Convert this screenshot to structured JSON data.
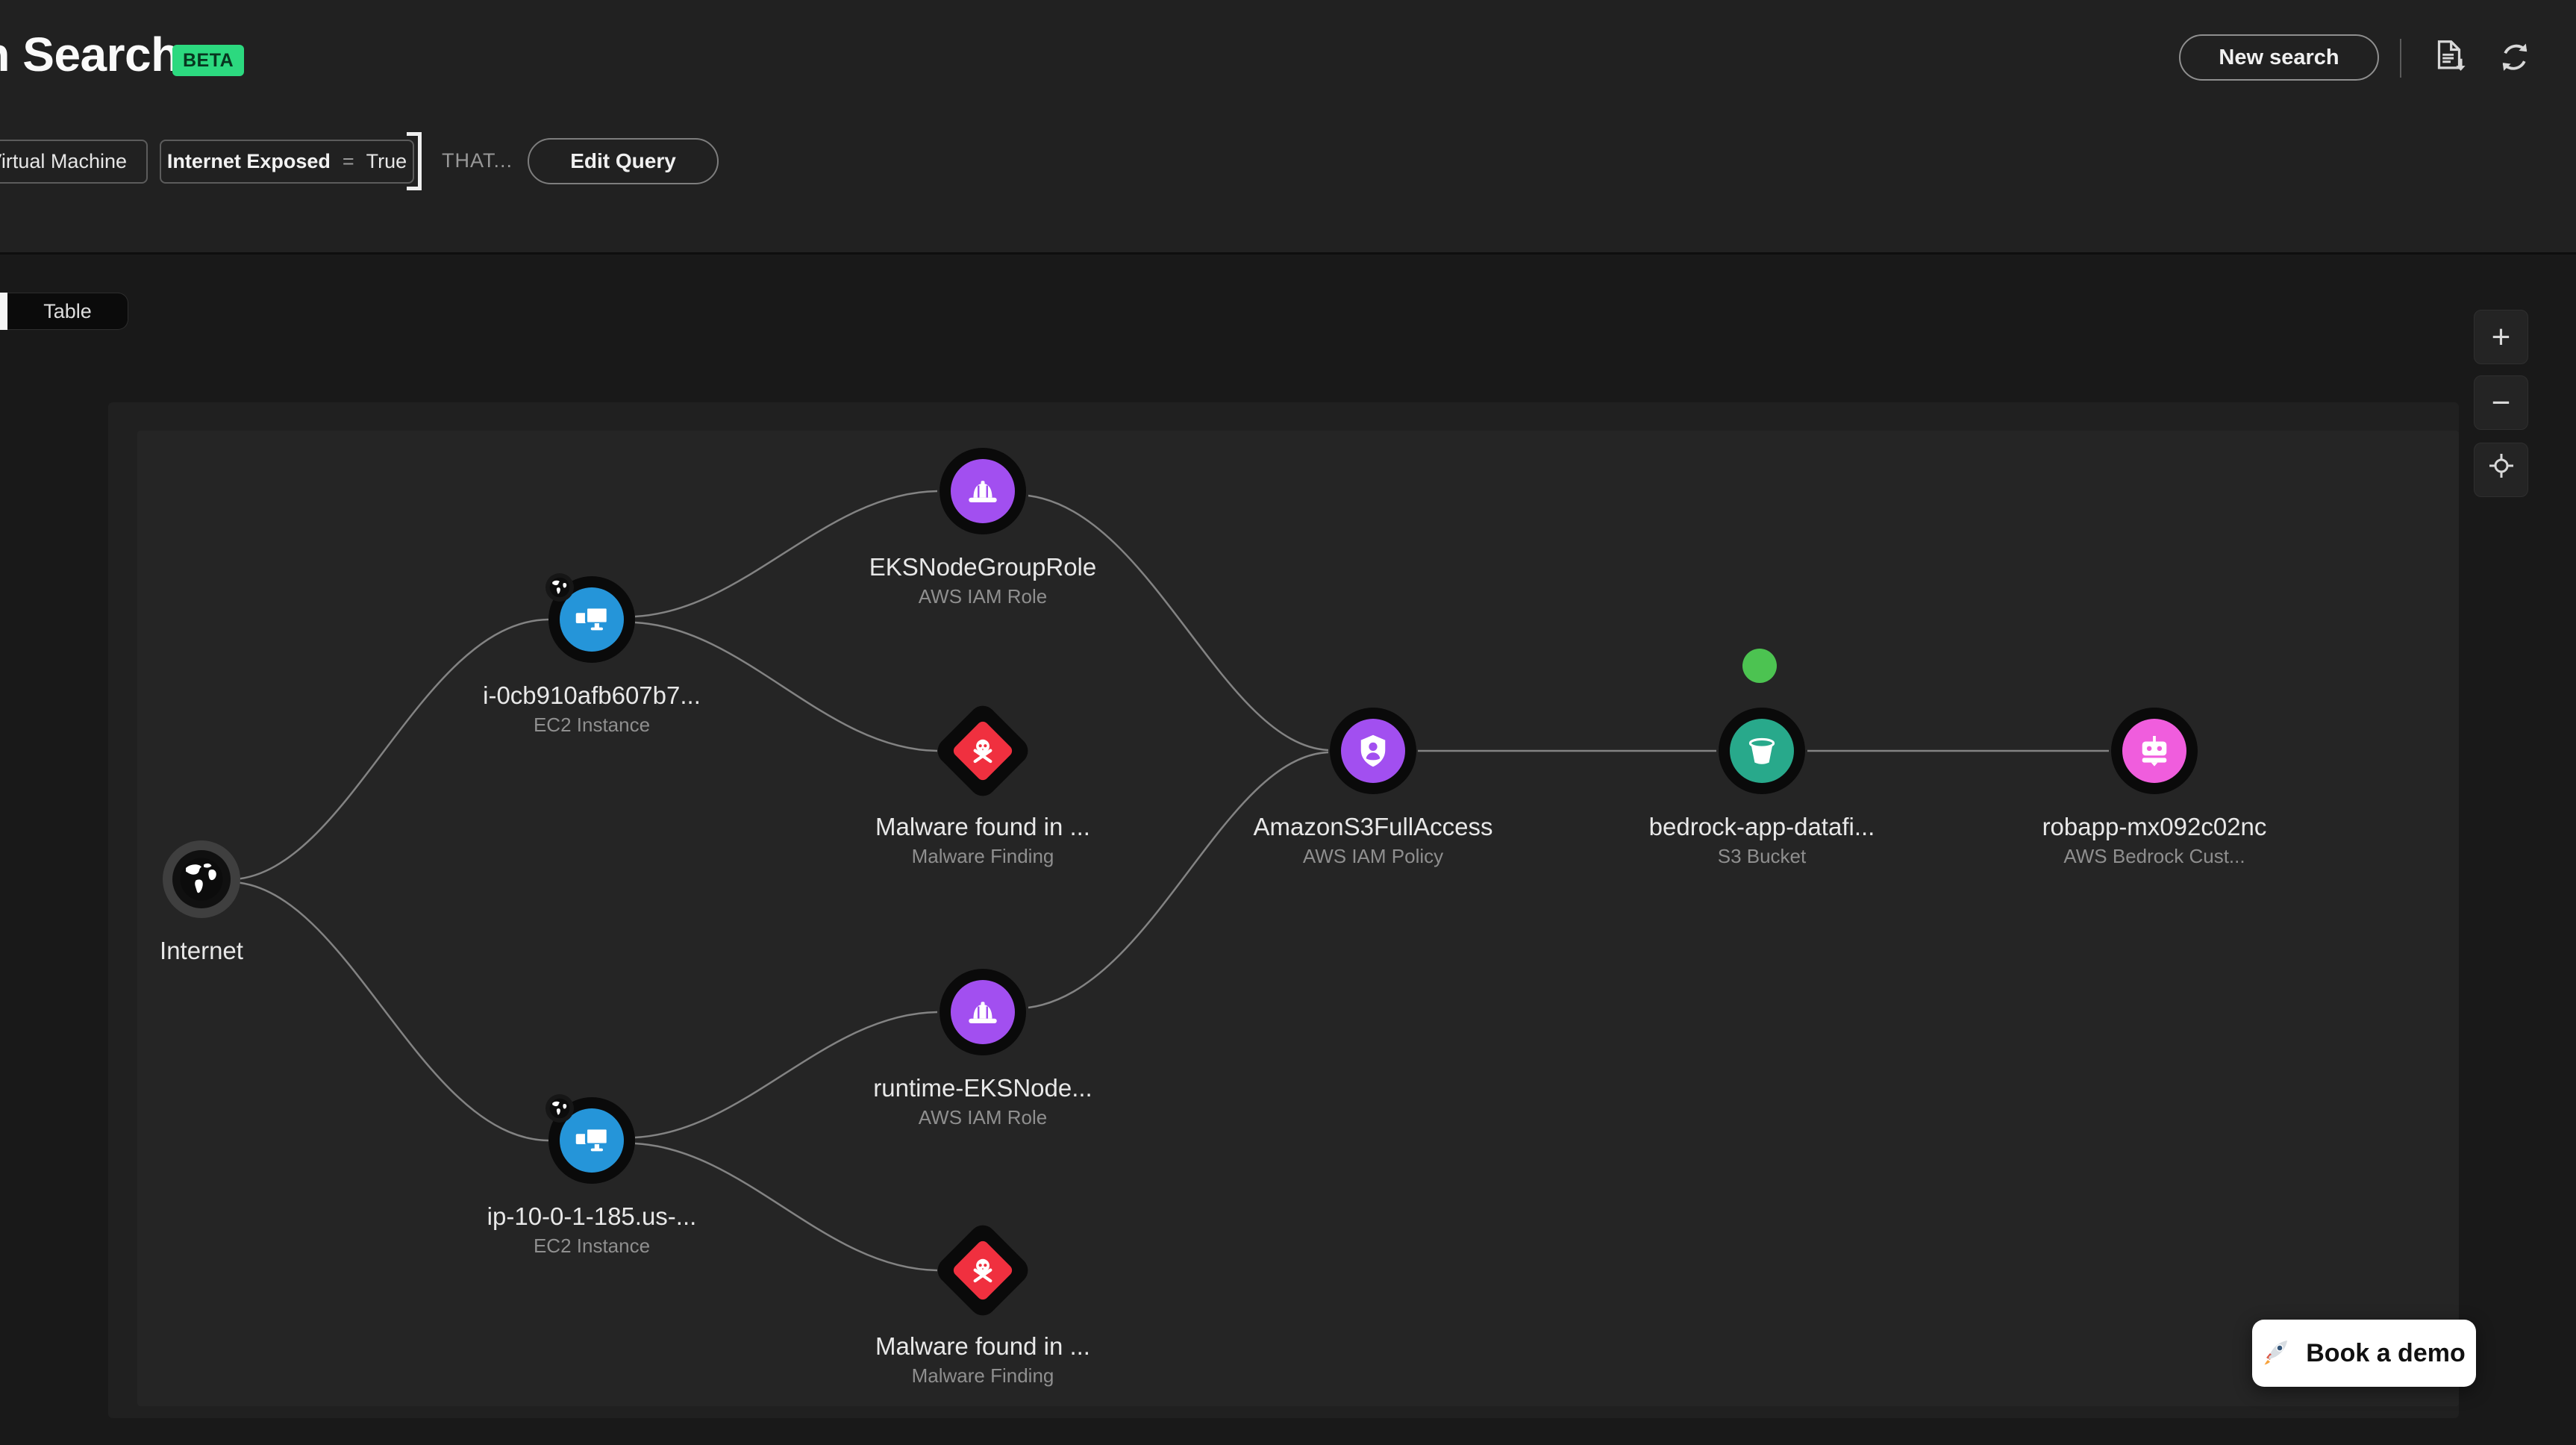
{
  "header": {
    "title": "Graph Search",
    "beta": "BETA",
    "new_search": "New search",
    "export_icon": "document-export-icon",
    "refresh_icon": "refresh-icon"
  },
  "query": {
    "chip_vm": "Virtual Machine",
    "chip_exposed_field": "Internet Exposed",
    "chip_exposed_operator": "=",
    "chip_exposed_value": "True",
    "that": "THAT...",
    "edit_query": "Edit Query"
  },
  "view_toggle": {
    "table": "Table"
  },
  "zoom_controls": {
    "zoom_in": "+",
    "zoom_out": "−",
    "center_icon": "crosshair-icon"
  },
  "graph": {
    "nodes": [
      {
        "id": "internet",
        "label": "Internet",
        "sublabel": "",
        "type": "internet"
      },
      {
        "id": "ec2-1",
        "label": "i-0cb910afb607b7...",
        "sublabel": "EC2 Instance",
        "type": "ec2-instance",
        "internet_exposed": true
      },
      {
        "id": "iam-role-1",
        "label": "EKSNodeGroupRole",
        "sublabel": "AWS IAM Role",
        "type": "aws-iam-role"
      },
      {
        "id": "malware-1",
        "label": "Malware found in ...",
        "sublabel": "Malware Finding",
        "type": "malware-finding"
      },
      {
        "id": "iam-policy",
        "label": "AmazonS3FullAccess",
        "sublabel": "AWS IAM Policy",
        "type": "aws-iam-policy"
      },
      {
        "id": "s3-bucket",
        "label": "bedrock-app-datafi...",
        "sublabel": "S3 Bucket",
        "type": "s3-bucket",
        "status_dot": true
      },
      {
        "id": "bedrock-model",
        "label": "robapp-mx092c02nc",
        "sublabel": "AWS Bedrock Cust...",
        "type": "aws-bedrock-custom-model"
      },
      {
        "id": "iam-role-2",
        "label": "runtime-EKSNode...",
        "sublabel": "AWS IAM Role",
        "type": "aws-iam-role"
      },
      {
        "id": "ec2-2",
        "label": "ip-10-0-1-185.us-...",
        "sublabel": "EC2 Instance",
        "type": "ec2-instance",
        "internet_exposed": true
      },
      {
        "id": "malware-2",
        "label": "Malware found in ...",
        "sublabel": "Malware Finding",
        "type": "malware-finding"
      }
    ],
    "edges": [
      [
        "internet",
        "ec2-1"
      ],
      [
        "internet",
        "ec2-2"
      ],
      [
        "ec2-1",
        "iam-role-1"
      ],
      [
        "ec2-1",
        "malware-1"
      ],
      [
        "iam-role-1",
        "iam-policy"
      ],
      [
        "iam-role-2",
        "iam-policy"
      ],
      [
        "ec2-2",
        "iam-role-2"
      ],
      [
        "ec2-2",
        "malware-2"
      ],
      [
        "iam-policy",
        "s3-bucket"
      ],
      [
        "s3-bucket",
        "bedrock-model"
      ]
    ],
    "status_dot_color": "#4cc351"
  },
  "colors": {
    "beta_badge": "#2cd97f",
    "ec2_blue": "#2595d9",
    "iam_purple": "#a24ff0",
    "malware_red": "#f0303f",
    "s3_teal": "#28a98b",
    "bedrock_pink": "#f05ddd"
  },
  "demo": {
    "label": "Book a demo",
    "icon": "rocket-icon"
  }
}
